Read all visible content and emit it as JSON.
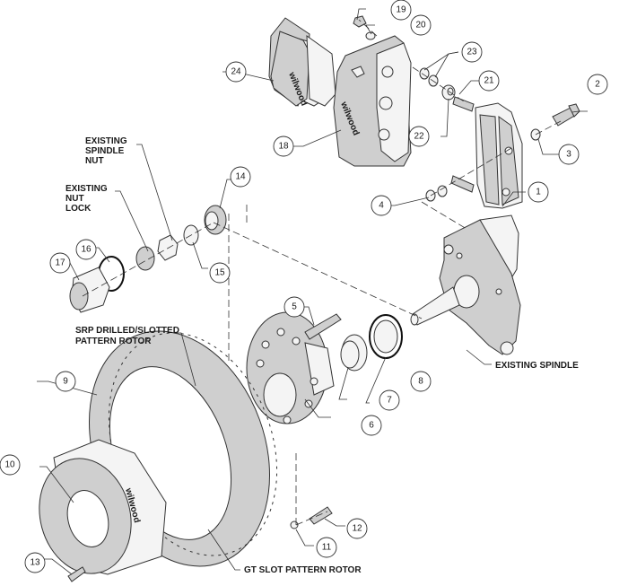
{
  "title": "Wilwood front disc brake kit exploded view",
  "brand_mark": "wilwood",
  "colors": {
    "line": "#333333",
    "part_fill": "#cfcfcf",
    "background": "#ffffff"
  },
  "text_labels": {
    "existing_spindle_nut": [
      "EXISTING",
      "SPINDLE",
      "NUT"
    ],
    "existing_nut_lock": [
      "EXISTING",
      "NUT",
      "LOCK"
    ],
    "srp_rotor": [
      "SRP DRILLED/SLOTTED",
      "PATTERN ROTOR"
    ],
    "existing_spindle": "EXISTING SPINDLE",
    "gt_rotor": "GT SLOT PATTERN ROTOR"
  },
  "callouts": [
    {
      "id": "1",
      "label": "1"
    },
    {
      "id": "2",
      "label": "2"
    },
    {
      "id": "3",
      "label": "3"
    },
    {
      "id": "4",
      "label": "4"
    },
    {
      "id": "5",
      "label": "5"
    },
    {
      "id": "6",
      "label": "6"
    },
    {
      "id": "7",
      "label": "7"
    },
    {
      "id": "8",
      "label": "8"
    },
    {
      "id": "9",
      "label": "9"
    },
    {
      "id": "10",
      "label": "10"
    },
    {
      "id": "11",
      "label": "11"
    },
    {
      "id": "12",
      "label": "12"
    },
    {
      "id": "13",
      "label": "13"
    },
    {
      "id": "14",
      "label": "14"
    },
    {
      "id": "15",
      "label": "15"
    },
    {
      "id": "16",
      "label": "16"
    },
    {
      "id": "17",
      "label": "17"
    },
    {
      "id": "18",
      "label": "18"
    },
    {
      "id": "19",
      "label": "19"
    },
    {
      "id": "20",
      "label": "20"
    },
    {
      "id": "21",
      "label": "21"
    },
    {
      "id": "22",
      "label": "22"
    },
    {
      "id": "23",
      "label": "23"
    },
    {
      "id": "24",
      "label": "24"
    }
  ]
}
